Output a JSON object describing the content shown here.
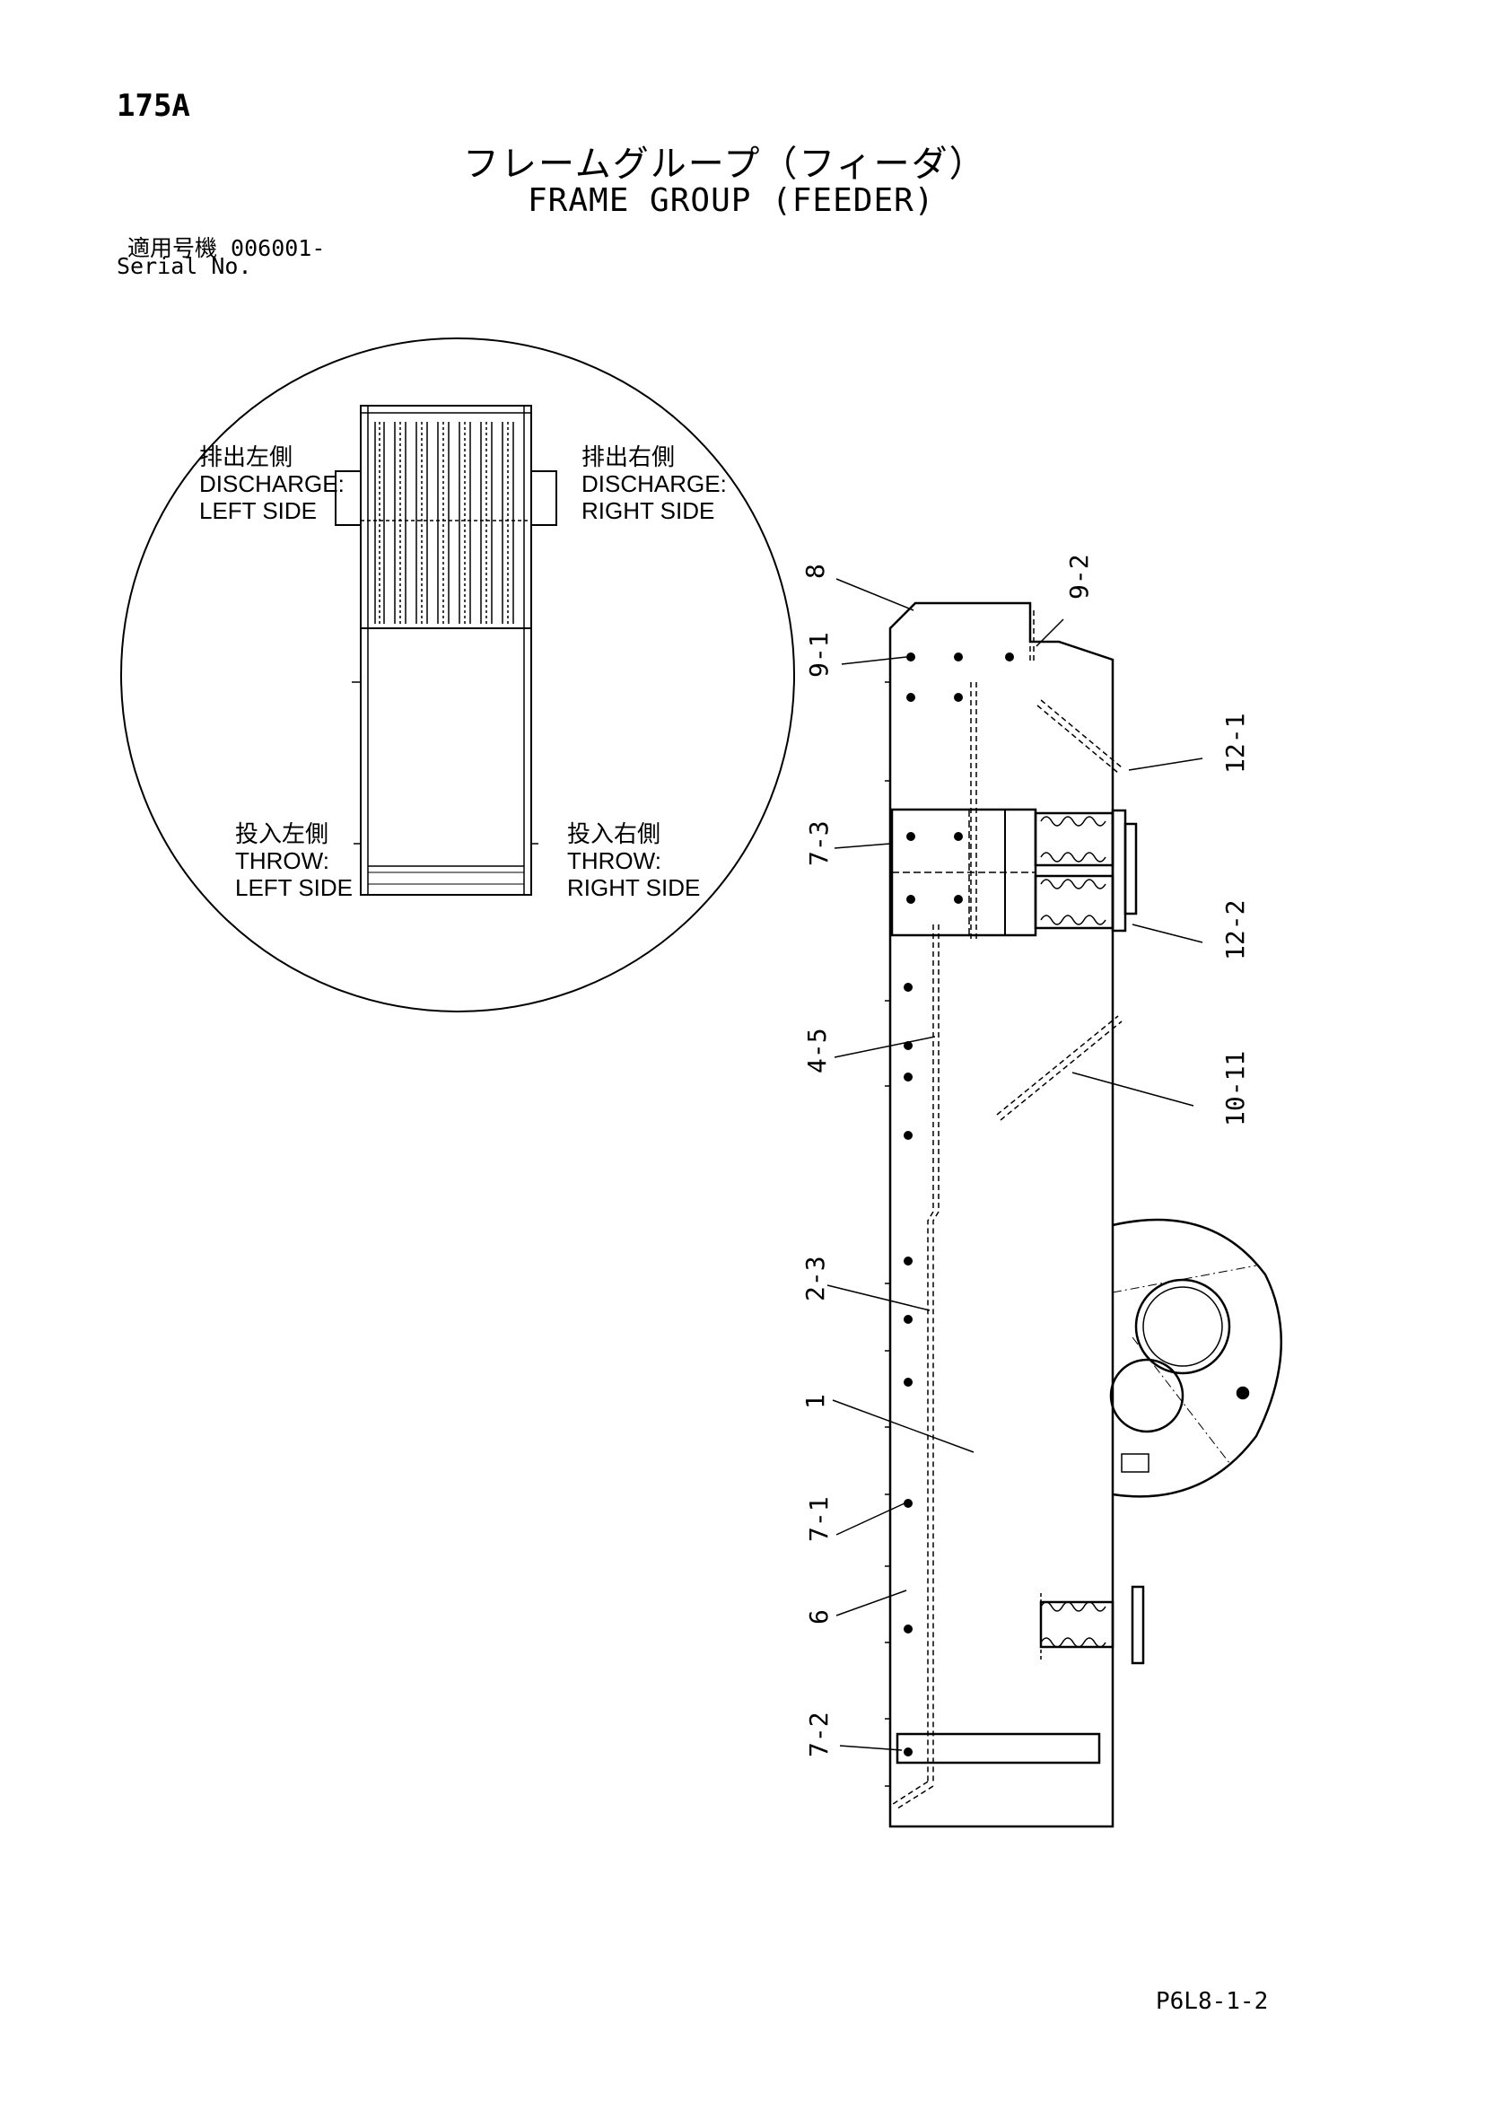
{
  "header": {
    "page_number": "175A",
    "title_ja": "フレームグループ（フィーダ）",
    "title_en": "FRAME GROUP (FEEDER)",
    "serial_ja": "適用号機  006001-",
    "serial_en": "Serial No."
  },
  "detail_view": {
    "discharge_left": {
      "ja": "排出左側",
      "en1": "DISCHARGE:",
      "en2": "LEFT SIDE"
    },
    "discharge_right": {
      "ja": "排出右側",
      "en1": "DISCHARGE:",
      "en2": "RIGHT SIDE"
    },
    "throw_left": {
      "ja": "投入左側",
      "en1": "THROW:",
      "en2": "LEFT SIDE"
    },
    "throw_right": {
      "ja": "投入右側",
      "en1": "THROW:",
      "en2": "RIGHT SIDE"
    }
  },
  "part_callouts": [
    "8",
    "9-2",
    "9-1",
    "12-1",
    "7-3",
    "12-2",
    "4-5",
    "10-11",
    "2-3",
    "1",
    "7-1",
    "6",
    "7-2"
  ],
  "footer": {
    "code": "P6L8-1-2"
  }
}
